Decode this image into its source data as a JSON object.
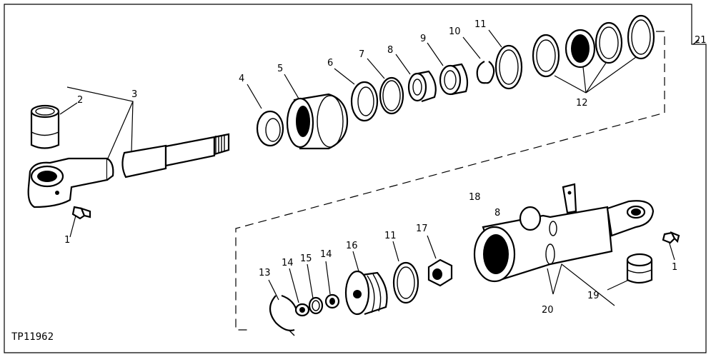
{
  "figure_code": "TP11962",
  "callouts": {
    "c1a": "1",
    "c1b": "1",
    "c2": "2",
    "c3": "3",
    "c4": "4",
    "c5": "5",
    "c6": "6",
    "c7": "7",
    "c8": "8",
    "c9": "9",
    "c10": "10",
    "c11a": "11",
    "c11b": "11",
    "c12": "12",
    "c13": "13",
    "c14a": "14",
    "c14b": "14",
    "c15": "15",
    "c16": "16",
    "c17": "17",
    "c18": "18",
    "c18sub": "8",
    "c19": "19",
    "c20": "20",
    "c21": "21"
  }
}
